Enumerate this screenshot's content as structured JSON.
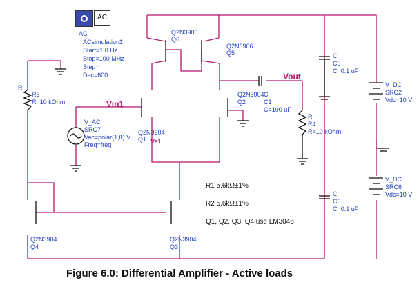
{
  "sim": {
    "button": "AC",
    "lines": [
      "AC",
      "ACsimulation2",
      "Start=1.0 Hz",
      "Stop=100 MHz",
      "Step=",
      "Dec=600"
    ]
  },
  "components": {
    "q6": {
      "model": "Q2N3906",
      "ref": "Q6"
    },
    "q5": {
      "model": "Q2N3906",
      "ref": "Q5"
    },
    "q1": {
      "model": "Q2N3904",
      "ref": "Q1"
    },
    "q2": {
      "model": "Q2N3904",
      "ref": "Q2"
    },
    "q4": {
      "model": "Q2N3904",
      "ref": "Q4"
    },
    "q3": {
      "model": "Q2N3904",
      "ref": "Q3"
    },
    "r3": {
      "type": "R",
      "ref": "R3",
      "value": "R=10 kOhm"
    },
    "r4": {
      "type": "R",
      "ref": "R4",
      "value": "R=10 kOhm"
    },
    "c1": {
      "type": "C",
      "ref": "C1",
      "value": "C=100 uF"
    },
    "c5": {
      "type": "C",
      "ref": "C5",
      "value": "C=0.1 uF"
    },
    "c6": {
      "type": "C",
      "ref": "C6",
      "value": "C=0.1 uF"
    },
    "src7": {
      "type": "V_AC",
      "ref": "SRC7",
      "value": "Vac=polar(1,0) V",
      "freq": "Freq=freq"
    },
    "src2": {
      "type": "V_DC",
      "ref": "SRC2",
      "value": "Vdc=10 V"
    },
    "src6": {
      "type": "V_DC",
      "ref": "SRC6",
      "value": "Vdc=10 V"
    }
  },
  "nets": {
    "vin1": "Vin1",
    "vout": "Vout",
    "ve1": "Ve1"
  },
  "notes": [
    "R1 5.6kΩ±1%",
    "R2 5.6kΩ±1%",
    "Q1, Q2, Q3, Q4 use LM3046"
  ],
  "caption": "Figure 6.0: Differential Amplifier - Active loads",
  "colors": {
    "wire": "#b0186a",
    "label": "#1f3fbf",
    "component": "#111111"
  }
}
